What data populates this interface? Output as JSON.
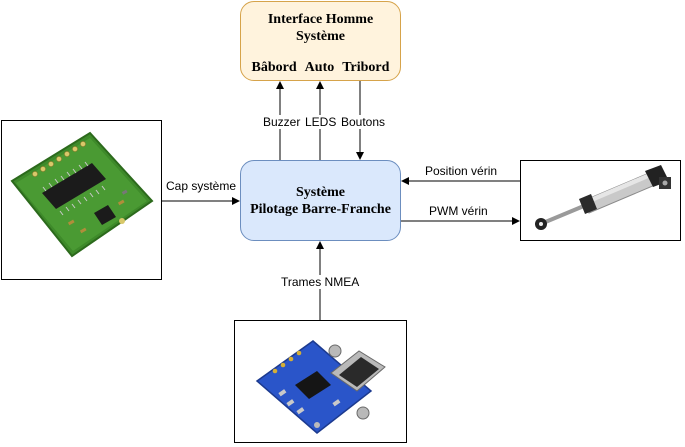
{
  "hmi": {
    "title_line1": "Interface Homme",
    "title_line2": "Système",
    "buttons": [
      "Bâbord",
      "Auto",
      "Tribord"
    ]
  },
  "system": {
    "title_line1": "Système",
    "title_line2": "Pilotage Barre-Franche"
  },
  "links": {
    "buzzer": "Buzzer",
    "leds": "LEDS",
    "boutons": "Boutons",
    "cap": "Cap système",
    "position": "Position vérin",
    "pwm": "PWM  vérin",
    "nmea": "Trames NMEA"
  },
  "colors": {
    "hmi_fill": "#fff3dd",
    "hmi_stroke": "#d6a34a",
    "system_fill": "#dae8fc",
    "system_stroke": "#6c8ebf",
    "pcb_green": "#3e8a2a",
    "module_blue": "#2a55c9"
  }
}
